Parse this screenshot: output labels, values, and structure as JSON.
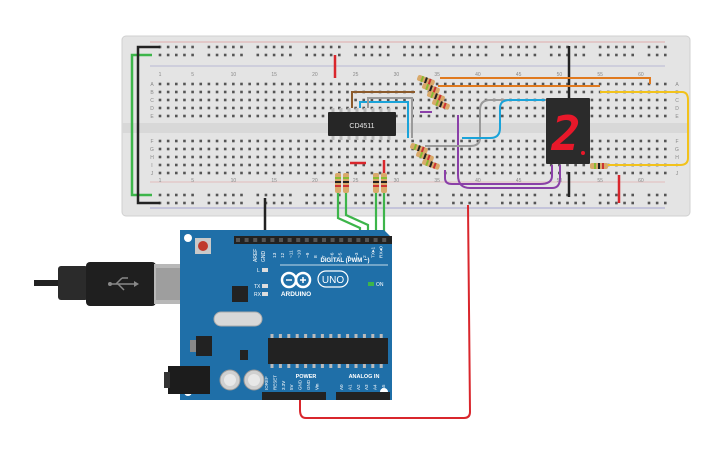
{
  "breadboard": {
    "column_numbers": [
      "1",
      "5",
      "10",
      "15",
      "20",
      "25",
      "30",
      "35",
      "40",
      "45",
      "50",
      "55",
      "60"
    ],
    "row_letters_top": [
      "A",
      "B",
      "C",
      "D",
      "E"
    ],
    "row_letters_bottom": [
      "F",
      "G",
      "H",
      "I",
      "J"
    ]
  },
  "ic": {
    "label": "CD4511"
  },
  "seven_segment": {
    "digit": "2",
    "color": "#e8182a"
  },
  "arduino": {
    "logo_text": "ARDUINO",
    "model": "UNO",
    "digital_label": "DIGITAL (PWM ~)",
    "aref": "AREF",
    "gnd": "GND",
    "digital_pins": [
      "13",
      "12",
      "~11",
      "~10",
      "~9",
      "8",
      "7",
      "~6",
      "~5",
      "4",
      "~3",
      "2",
      "TX▸1",
      "RX◂0"
    ],
    "led_l": "L",
    "led_tx": "TX",
    "led_rx": "RX",
    "on_label": "ON",
    "power_label": "POWER",
    "analog_label": "ANALOG IN",
    "power_pins": [
      "IOREF",
      "RESET",
      "3.3V",
      "5V",
      "GND",
      "GND",
      "Vin"
    ],
    "analog_pins": [
      "A0",
      "A1",
      "A2",
      "A3",
      "A4",
      "A5"
    ]
  },
  "colors": {
    "board_blue": "#1f6fa8",
    "breadboard": "#e4e4e4",
    "wire_green": "#3db54a",
    "wire_red": "#d9262c",
    "wire_orange": "#e07a1f",
    "wire_yellow": "#f2c21b",
    "wire_purple": "#8a3fa8",
    "wire_cyan": "#1aa3d9",
    "wire_gray": "#9a9a9a",
    "wire_brown": "#8b5a2b"
  }
}
